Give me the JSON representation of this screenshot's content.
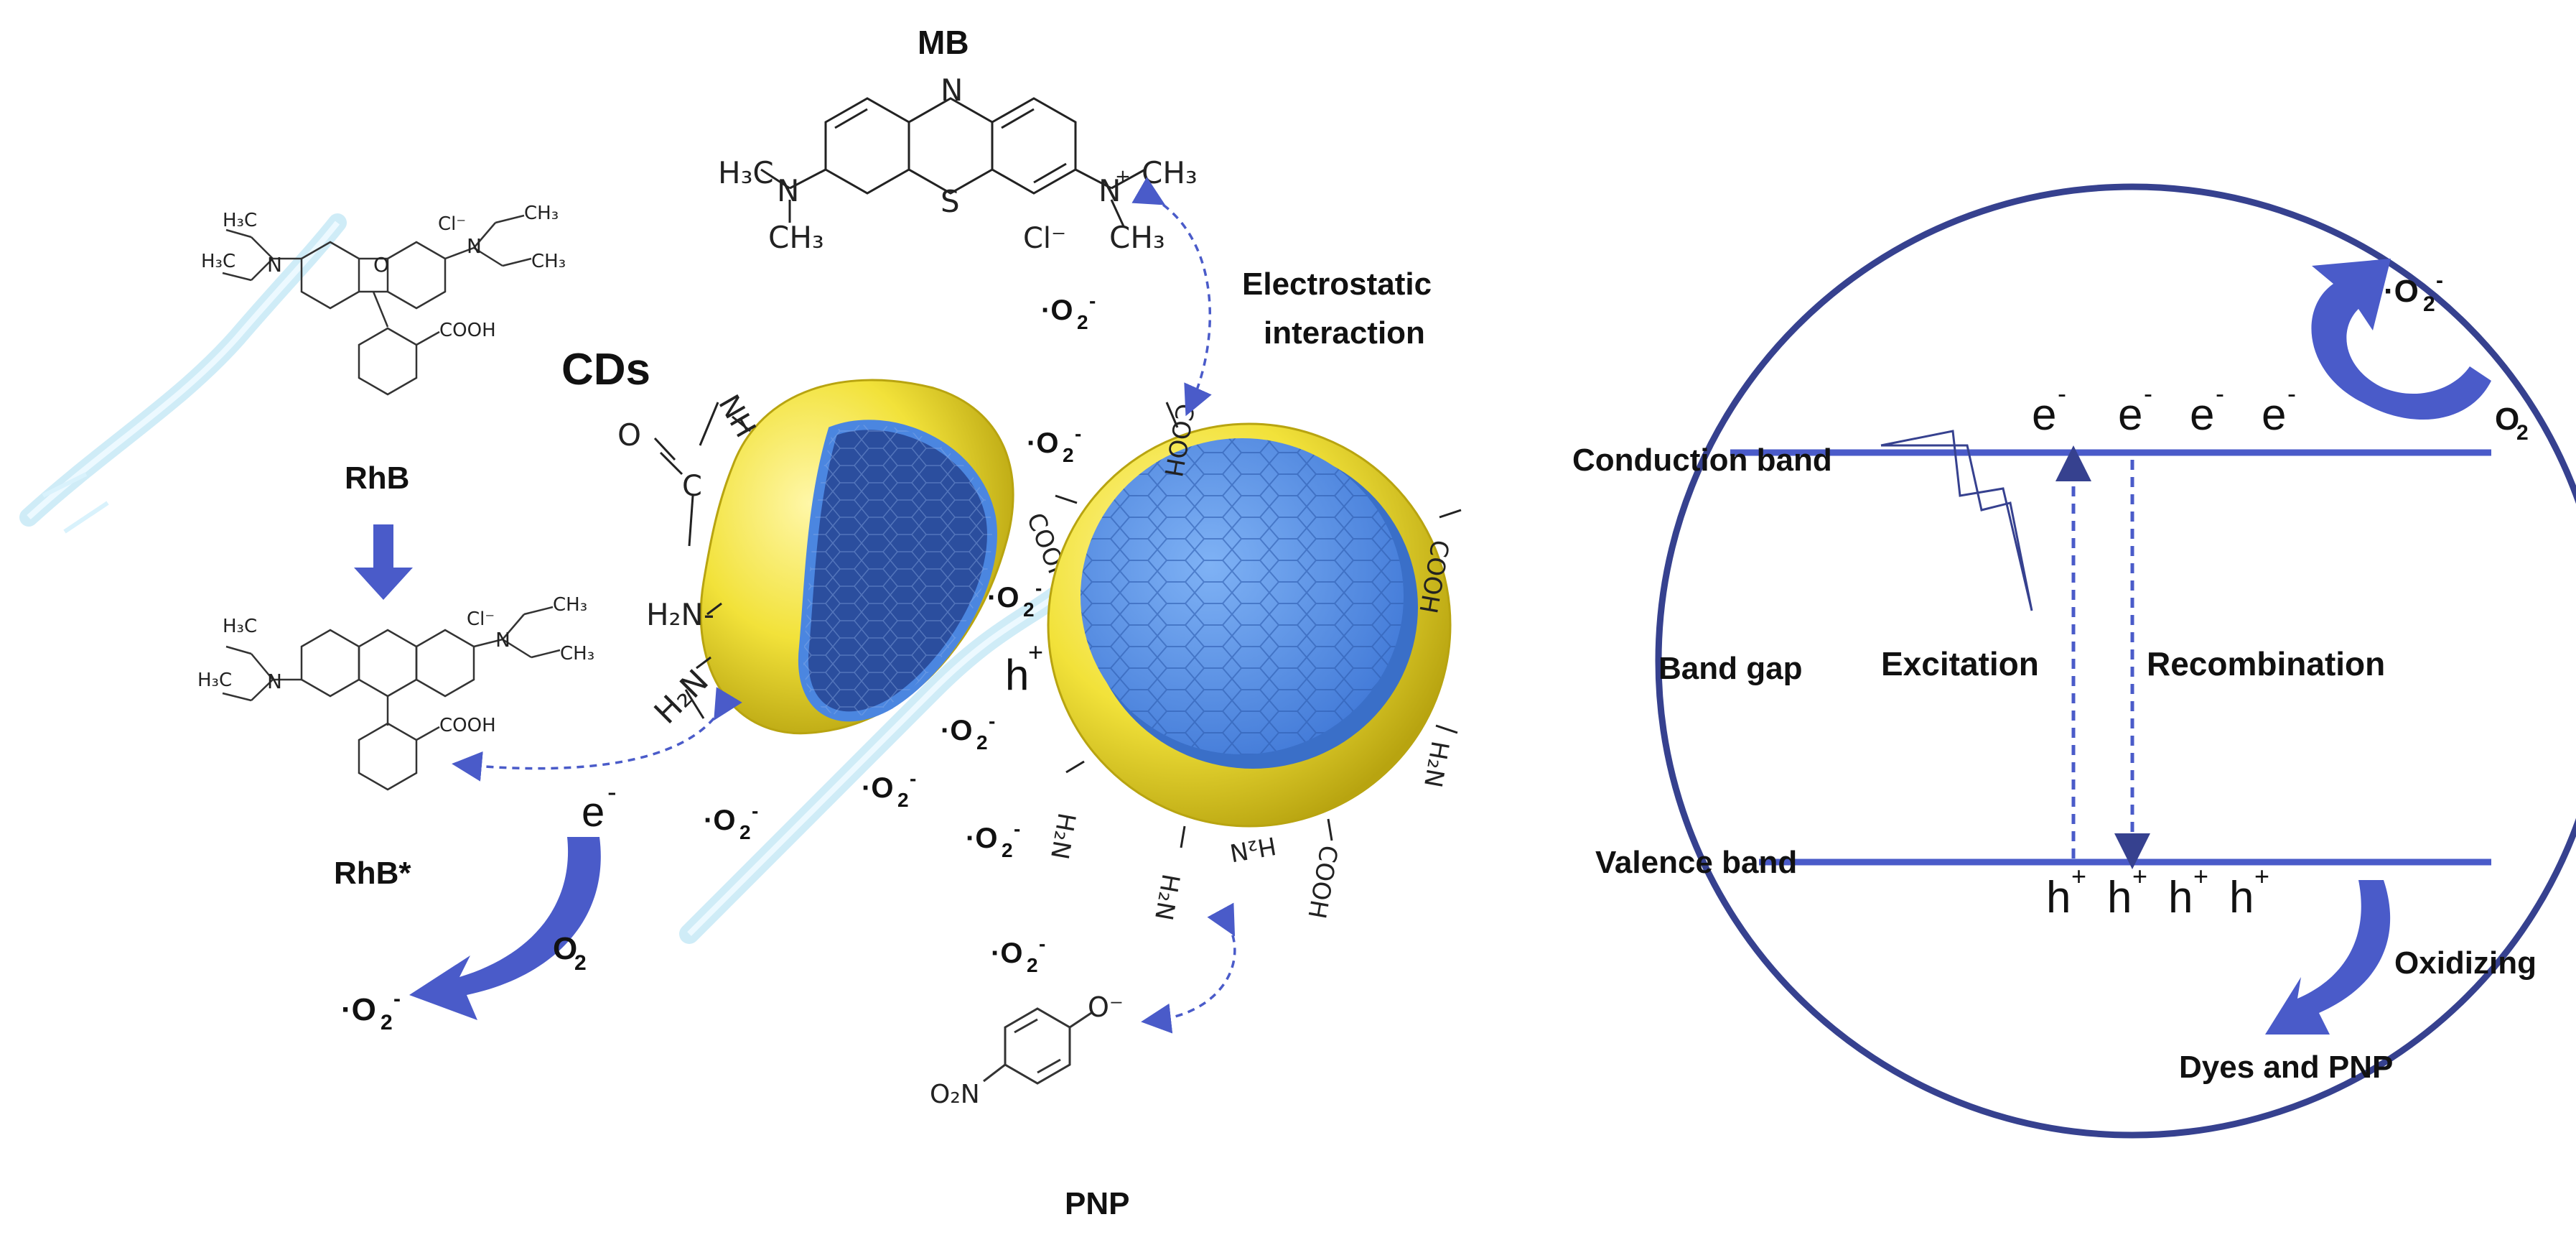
{
  "labels": {
    "mb": "MB",
    "rhb": "RhB",
    "rhb_star": "RhB*",
    "cds": "CDs",
    "pnp": "PNP",
    "electrostatic_line1": "Electrostatic",
    "electrostatic_line2": "interaction",
    "o2": "O",
    "o2_sub": "2",
    "superoxide": "·O",
    "superoxide_sub": "2",
    "superoxide_sup": "-",
    "electron": "e",
    "electron_sup": "-",
    "hole": "h",
    "hole_sup": "+"
  },
  "chem": {
    "h3c_n": "H₃C",
    "n": "N",
    "ch3": "CH₃",
    "s": "S",
    "cl": "Cl⁻",
    "plus": "+",
    "h3c": "H₃C",
    "cooh": "COOH",
    "o_atom": "O",
    "o_minus": "O⁻",
    "o2n": "O₂N",
    "nh": "NH",
    "c_atom": "C",
    "h2n": "H₂N",
    "h2n_dash": "H₂N-"
  },
  "band": {
    "conduction_band": "Conduction band",
    "band_gap": "Band gap",
    "valence_band": "Valence band",
    "excitation": "Excitation",
    "recombination": "Recombination",
    "oxidizing": "Oxidizing",
    "dyes_and_pnp": "Dyes and PNP"
  },
  "colors": {
    "arrow_blue": "#4a5bc9",
    "band_navy": "#36418f",
    "shell_yellow": "#f2e23a",
    "core_blue": "#4b86e0",
    "core_dark": "#243a78"
  }
}
